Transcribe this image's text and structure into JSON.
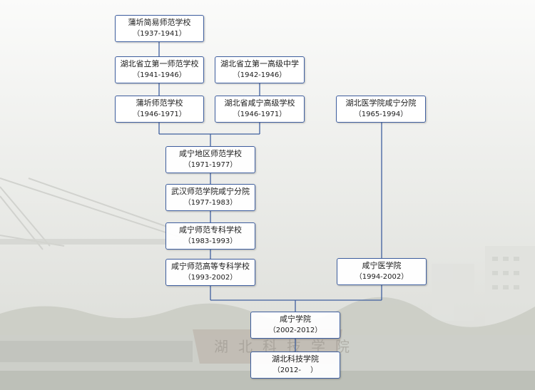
{
  "backdrop": {
    "photo_sign_text": "湖北科技学院"
  },
  "nodes": [
    {
      "id": "puqi-simple-normal",
      "name": "蒲圻简易师范学校",
      "years": "（1937-1941）"
    },
    {
      "id": "hubei-first-normal",
      "name": "湖北省立第一师范学校",
      "years": "（1941-1946）"
    },
    {
      "id": "hubei-first-senior-middle",
      "name": "湖北省立第一高级中学",
      "years": "（1942-1946）"
    },
    {
      "id": "puqi-normal",
      "name": "蒲圻师范学校",
      "years": "（1946-1971）"
    },
    {
      "id": "hubei-xianning-senior",
      "name": "湖北省咸宁高级学校",
      "years": "（1946-1971）"
    },
    {
      "id": "hubei-medical-xianning-branch",
      "name": "湖北医学院咸宁分院",
      "years": "（1965-1994）"
    },
    {
      "id": "xianning-district-normal",
      "name": "咸宁地区师范学校",
      "years": "（1971-1977）"
    },
    {
      "id": "wuhan-normal-xianning-branch",
      "name": "武汉师范学院咸宁分院",
      "years": "（1977-1983）"
    },
    {
      "id": "xianning-normal-college",
      "name": "咸宁师范专科学校",
      "years": "（1983-1993）"
    },
    {
      "id": "xianning-normal-higher-college",
      "name": "咸宁师范高等专科学校",
      "years": "（1993-2002）"
    },
    {
      "id": "xianning-medical-college",
      "name": "咸宁医学院",
      "years": "（1994-2002）"
    },
    {
      "id": "xianning-university",
      "name": "咸宁学院",
      "years": "（2002-2012）"
    },
    {
      "id": "hubei-univ-sci-tech",
      "name": "湖北科技学院",
      "years": "（2012-　  ）"
    }
  ],
  "colors": {
    "box_border": "#3f5f9f",
    "connector": "#3f5f9f",
    "box_fill": "#ffffff"
  }
}
